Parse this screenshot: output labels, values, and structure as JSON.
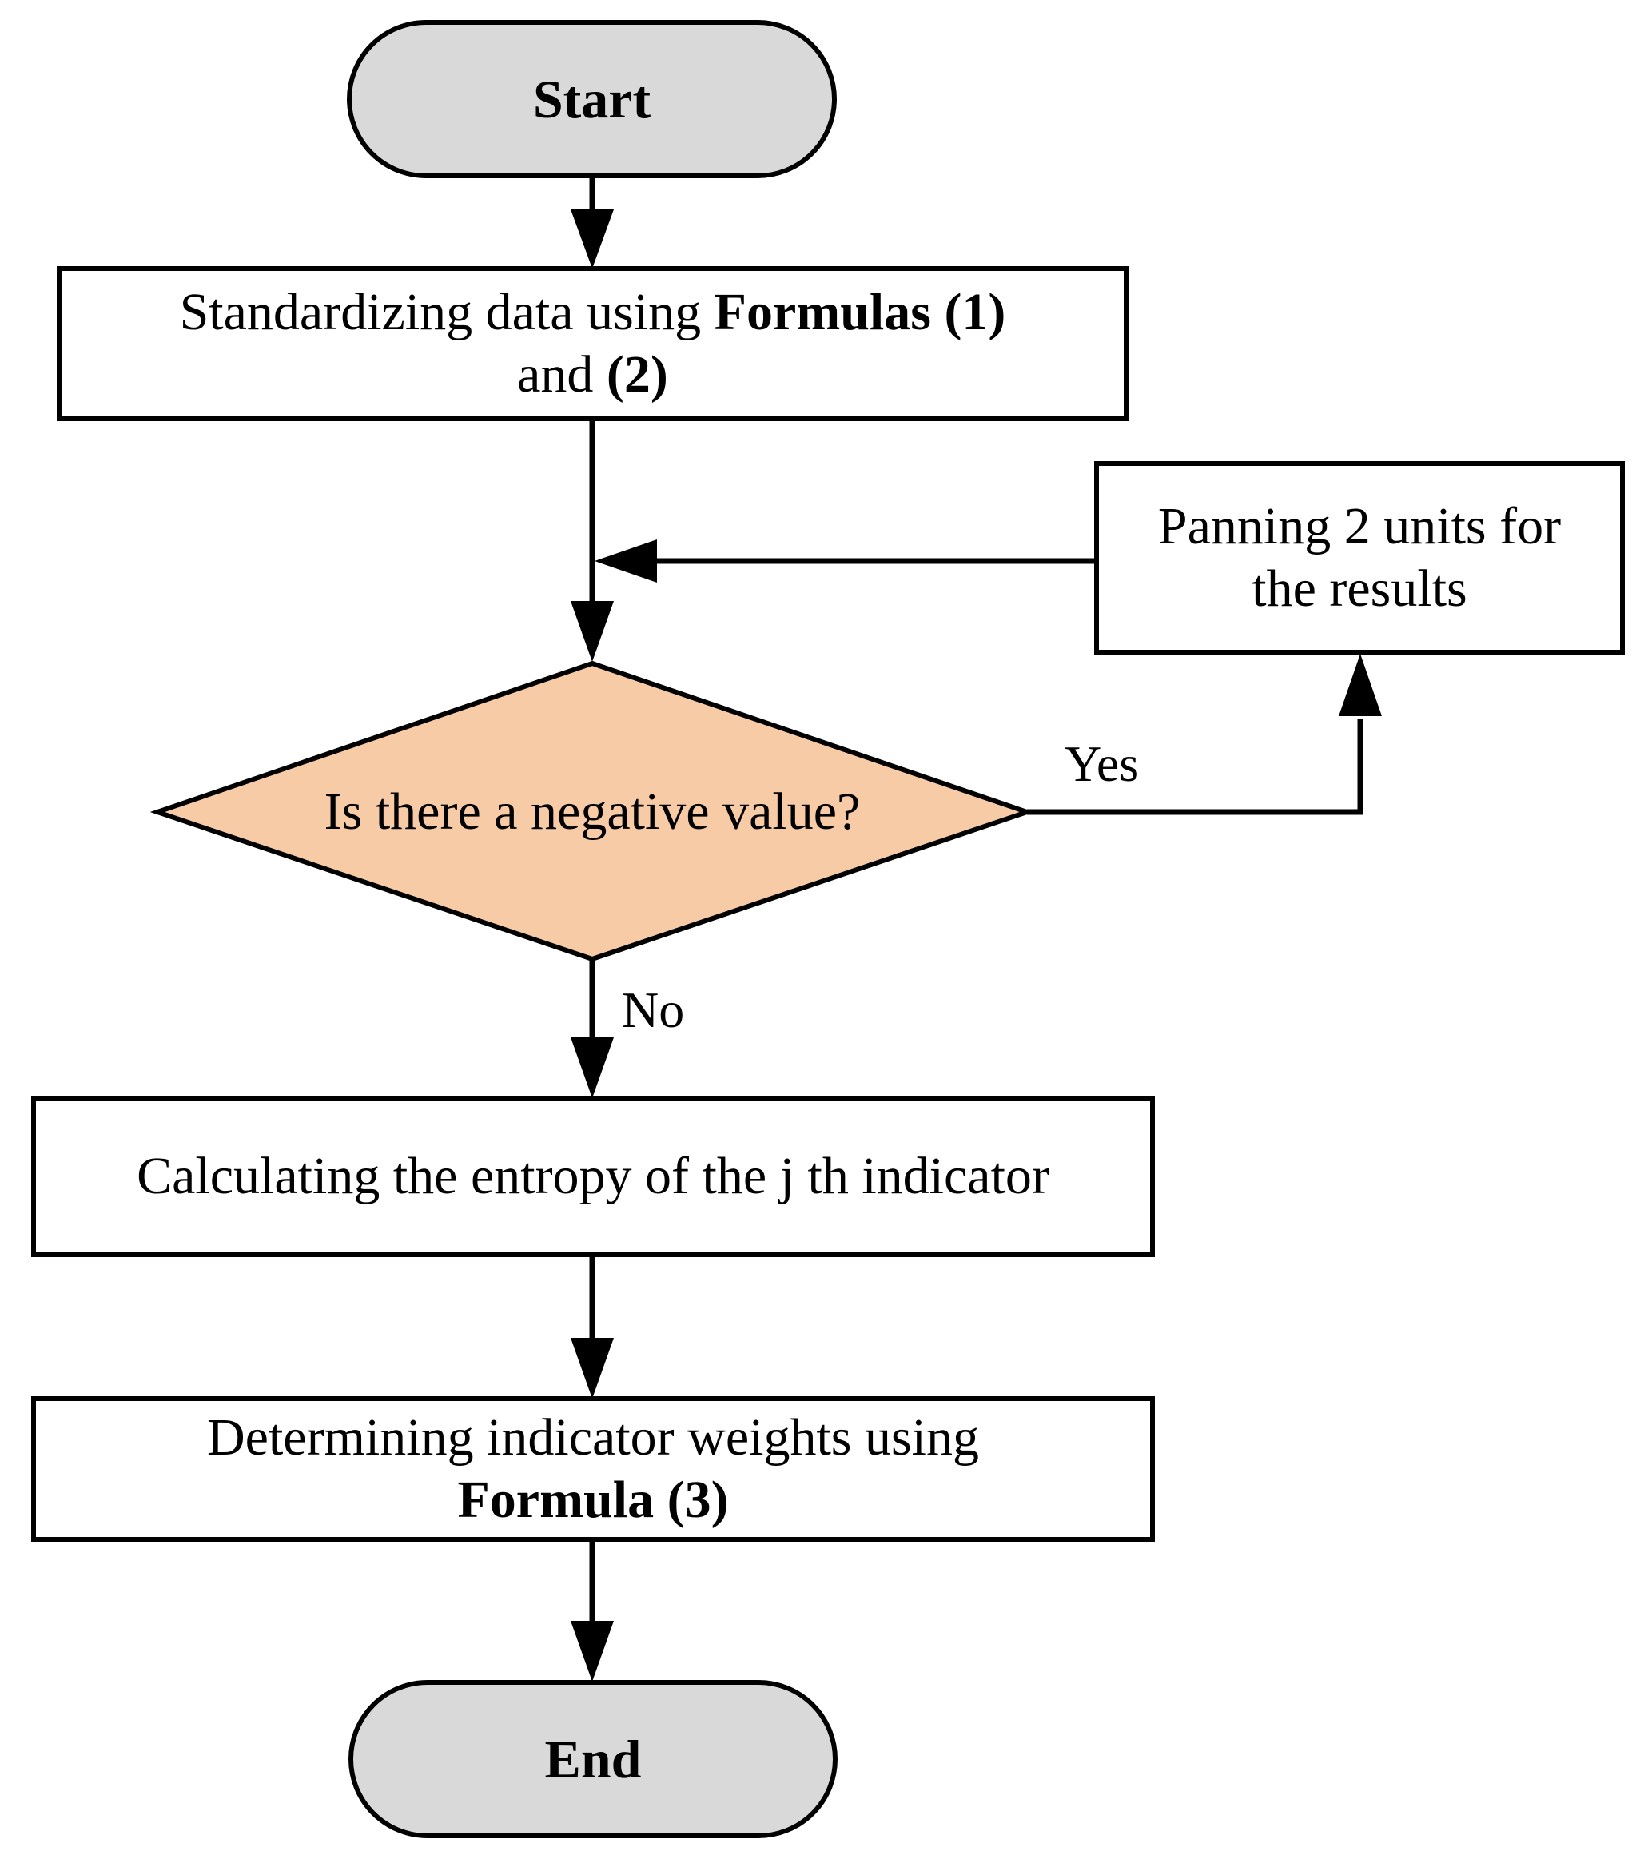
{
  "colors": {
    "terminal_fill": "#d9d9d9",
    "decision_fill": "#f8cba7",
    "process_fill": "#ffffff",
    "stroke": "#000000"
  },
  "nodes": {
    "start": {
      "text": "Start"
    },
    "standardize": {
      "text_1": "Standardizing data using ",
      "text_bold_1": "Formulas (1)",
      "text_2": "and ",
      "text_bold_2": "(2)"
    },
    "panning": {
      "line_1": "Panning 2 units for",
      "line_2": "the results"
    },
    "decision": {
      "text": "Is there a negative value?"
    },
    "entropy": {
      "text": "Calculating the entropy of the j th indicator"
    },
    "weights": {
      "line_1": "Determining indicator weights using",
      "line_2_bold": "Formula (3)"
    },
    "end": {
      "text": "End"
    }
  },
  "edge_labels": {
    "yes": "Yes",
    "no": "No"
  }
}
